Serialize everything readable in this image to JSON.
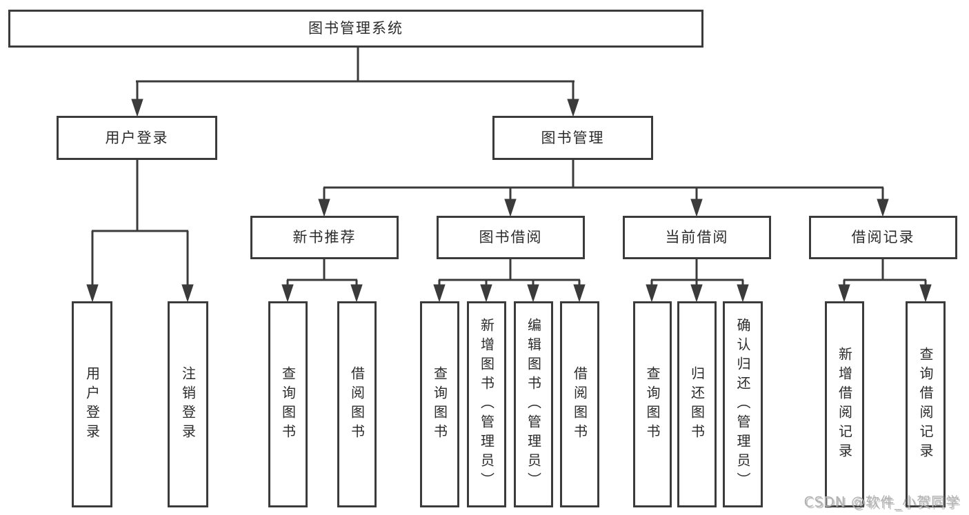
{
  "diagram": {
    "root": {
      "label": "图书管理系统"
    },
    "branches": [
      {
        "label": "用户登录",
        "children": [
          {
            "label": "用户登录"
          },
          {
            "label": "注销登录"
          }
        ]
      },
      {
        "label": "图书管理",
        "children": [
          {
            "label": "新书推荐",
            "children": [
              {
                "label": "查询图书"
              },
              {
                "label": "借阅图书"
              }
            ]
          },
          {
            "label": "图书借阅",
            "children": [
              {
                "label": "查询图书"
              },
              {
                "label": "新增图书（管理员）"
              },
              {
                "label": "编辑图书（管理员）"
              },
              {
                "label": "借阅图书"
              }
            ]
          },
          {
            "label": "当前借阅",
            "children": [
              {
                "label": "查询图书"
              },
              {
                "label": "归还图书"
              },
              {
                "label": "确认归还（管理员）"
              }
            ]
          },
          {
            "label": "借阅记录",
            "children": [
              {
                "label": "新增借阅记录"
              },
              {
                "label": "查询借阅记录"
              }
            ]
          }
        ]
      }
    ]
  },
  "watermark": {
    "text": "CSDN @软件_小贺同学"
  },
  "colors": {
    "line": "#3b3b3b",
    "text": "#2b2b2b",
    "watermark": "#b2b2b2",
    "background": "#ffffff"
  }
}
